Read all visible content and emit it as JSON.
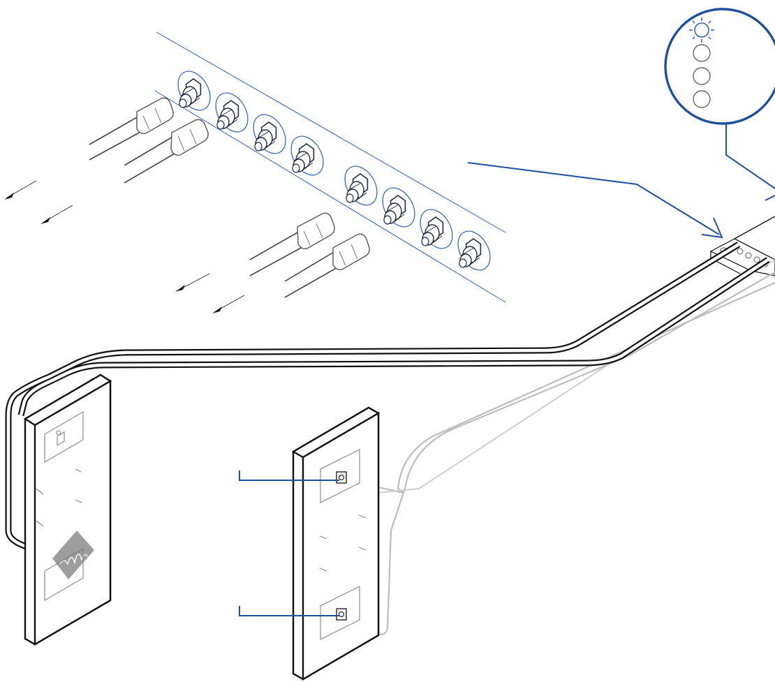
{
  "diagram": {
    "connector_count_top_row": 4,
    "connector_count_bottom_row": 4,
    "indicator_lights": [
      "lit",
      "off",
      "off",
      "off"
    ],
    "colors": {
      "accent_blue": "#1f4fa3",
      "outline_black": "#111111",
      "grey_cable": "#bdbdbd",
      "panel_grey": "#9e9e9e"
    },
    "icons": {
      "status_light": "sun-light-icon",
      "connector": "coaxial-connector-icon",
      "wall_plate": "wall-outlet-icon",
      "signal": "waveform-icon"
    }
  }
}
